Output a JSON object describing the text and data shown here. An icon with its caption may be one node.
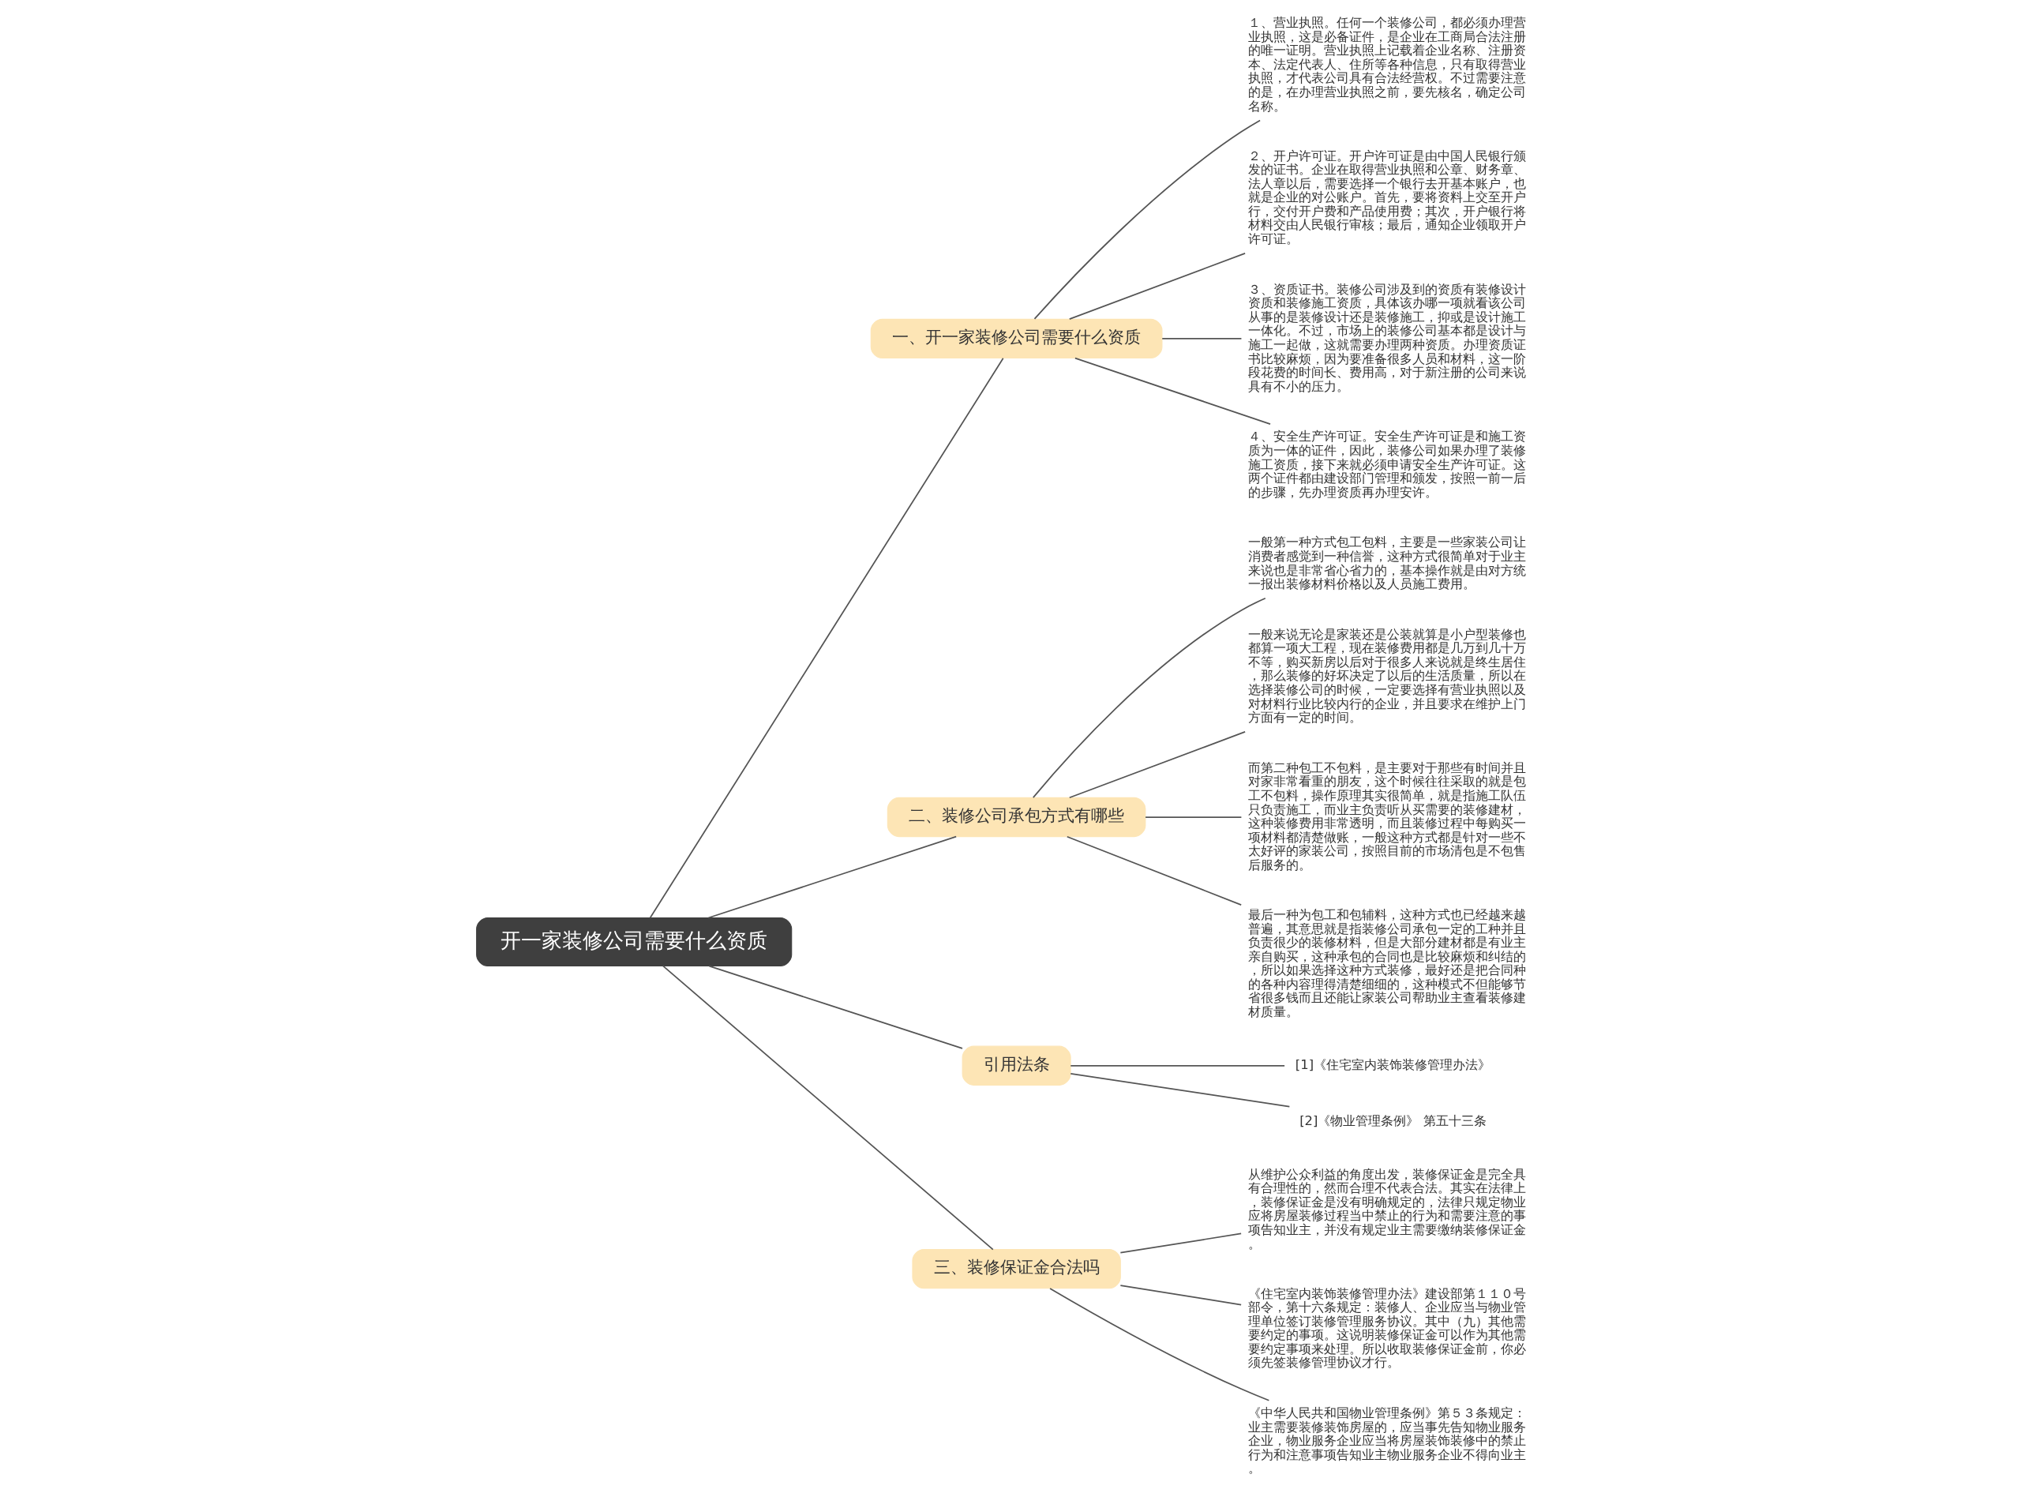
{
  "diagram": {
    "nodes": [
      {
        "text": [
          "开一家装修公司需要什么资质"
        ]
      },
      {
        "text": [
          "一、开一家装修公司需要什么资质"
        ]
      },
      {
        "text": [
          "１、营业执照。任何一个装修公司，都必须办理营业执照，这是必备证件，是企业在工商局合法注册的唯一证明。营业执照上记载着企业名称、注册资本、法定代表人、住所等各种信息，只有取得营业执照，才代表公司具有合法经营权。不过需要注意的是，在办理营业执照之前，要先核名，确定公司名称。"
        ]
      },
      {
        "text": [
          "２、开户许可证。开户许可证是由中国人民银行颁发的证书。企业在取得营业执照和公章、财务章、法人章以后，需要选择一个银行去开基本账户，也就是企业的对公账户。首先，要将资料上交至开户行，交付开户费和产品使用费；其次，开户银行将材料交由人民银行审核；最后，通知企业领取开户许可证。"
        ]
      },
      {
        "text": [
          "３、资质证书。装修公司涉及到的资质有装修设计资质和装修施工资质，具体该办哪一项就看该公司从事的是装修设计还是装修施工，抑或是设计施工一体化。不过，市场上的装修公司基本都是设计与施工一起做，这就需要办理两种资质。办理资质证书比较麻烦，因为要准备很多人员和材料，这一阶段花费的时间长、费用高，对于新注册的公司来说具有不小的压力。"
        ]
      },
      {
        "text": [
          "４、安全生产许可证。安全生产许可证是和施工资质为一体的证件，因此，装修公司如果办理了装修施工资质，接下来就必须申请安全生产许可证。这两个证件都由建设部门管理和颁发，按照一前一后的步骤，先办理资质再办理安许。"
        ]
      },
      {
        "text": [
          "二、装修公司承包方式有哪些"
        ]
      },
      {
        "text": [
          "一般第一种方式包工包料，主要是一些家装公司让消费者感觉到一种信誉，这种方式很简单对于业主来说也是非常省心省力的，基本操作就是由对方统一报出装修材料价格以及人员施工费用。"
        ]
      },
      {
        "text": [
          "一般来说无论是家装还是公装就算是小户型装修也都算一项大工程，现在装修费用都是几万到几十万不等，购买新房以后对于很多人来说就是终生居住，那么装修的好坏决定了以后的生活质量，所以在选择装修公司的时候，一定要选择有营业执照以及对材料行业比较内行的企业，并且要求在维护上门方面有一定的时间。"
        ]
      },
      {
        "text": [
          "而第二种包工不包料，是主要对于那些有时间并且对家非常看重的朋友，这个时候往往采取的就是包工不包料，操作原理其实很简单，就是指施工队伍只负责施工，而业主负责听从买需要的装修建材，这种装修费用非常透明，而且装修过程中每购买一项材料都清楚做账，一般这种方式都是针对一些不太好评的家装公司，按照目前的市场清包是不包售后服务的。"
        ]
      },
      {
        "text": [
          "最后一种为包工和包辅料，这种方式也已经越来越普遍，其意思就是指装修公司承包一定的工种并且负责很少的装修材料，但是大部分建材都是有业主亲自购买，这种承包的合同也是比较麻烦和纠结的，所以如果选择这种方式装修，最好还是把合同种的各种内容理得清楚细细的，这种模式不但能够节省很多钱而且还能让家装公司帮助业主查看装修建材质量。"
        ]
      },
      {
        "text": [
          "引用法条"
        ]
      },
      {
        "text": [
          "[1]《住宅室内装饰装修管理办法》"
        ]
      },
      {
        "text": [
          "[2]《物业管理条例》 第五十三条"
        ]
      },
      {
        "text": [
          "三、装修保证金合法吗"
        ]
      },
      {
        "text": [
          "从维护公众利益的角度出发，装修保证金是完全具有合理性的，然而合理不代表合法。其实在法律上，装修保证金是没有明确规定的，法律只规定物业应将房屋装修过程当中禁止的行为和需要注意的事项告知业主，并没有规定业主需要缴纳装修保证金。"
        ]
      },
      {
        "text": [
          "《住宅室内装饰装修管理办法》建设部第１１０号部令，第十六条规定：装修人、企业应当与物业管理单位签订装修管理服务协议。其中（九）其他需要约定的事项。这说明装修保证金可以作为其他需要约定事项来处理。所以收取装修保证金前，你必须先签装修管理协议才行。"
        ]
      },
      {
        "text": [
          "《中华人民共和国物业管理条例》第５３条规定：业主需要装修装饰房屋的，应当事先告知物业服务企业，物业服务企业应当将房屋装饰装修中的禁止行为和注意事项告知业主物业服务企业不得向业主。"
        ]
      }
    ],
    "edges": [
      {
        "from": 0,
        "to": 1,
        "arrow": "none"
      },
      {
        "from": 1,
        "to": 2,
        "arrow": "none"
      },
      {
        "from": 1,
        "to": 3,
        "arrow": "none"
      },
      {
        "from": 1,
        "to": 4,
        "arrow": "none"
      },
      {
        "from": 1,
        "to": 5,
        "arrow": "none"
      },
      {
        "from": 0,
        "to": 6,
        "arrow": "none"
      },
      {
        "from": 6,
        "to": 7,
        "arrow": "none"
      },
      {
        "from": 6,
        "to": 8,
        "arrow": "none"
      },
      {
        "from": 6,
        "to": 9,
        "arrow": "none"
      },
      {
        "from": 6,
        "to": 10,
        "arrow": "none"
      },
      {
        "from": 0,
        "to": 11,
        "arrow": "none"
      },
      {
        "from": 11,
        "to": 12,
        "arrow": "none"
      },
      {
        "from": 11,
        "to": 13,
        "arrow": "none"
      },
      {
        "from": 0,
        "to": 14,
        "arrow": "none"
      },
      {
        "from": 14,
        "to": 15,
        "arrow": "none"
      },
      {
        "from": 14,
        "to": 16,
        "arrow": "none"
      },
      {
        "from": 14,
        "to": 17,
        "arrow": "none"
      }
    ]
  }
}
